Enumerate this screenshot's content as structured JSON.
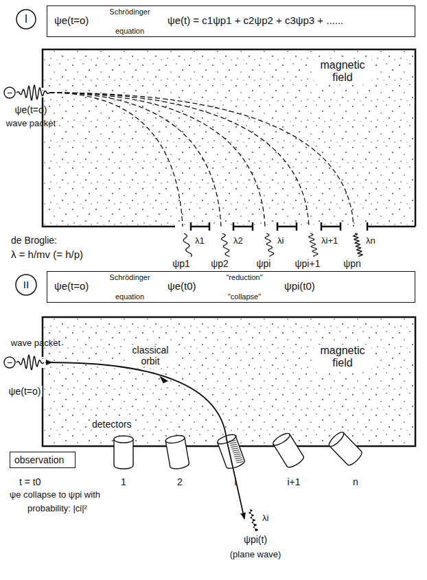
{
  "diagram": {
    "nodes": [
      {
        "text": [
          "ψe(t=o)",
          "Schrödinger",
          "equation",
          "ψe(t) = c1ψp1 + c2ψp2 + c3ψp3 + ......"
        ]
      },
      {
        "text": [
          "magnetic field"
        ]
      },
      {
        "text": [
          "ψe(t=o)",
          "Schrödinger",
          "equation",
          "ψe(t0)",
          "\"reduction\"",
          "\"collapse\"",
          "ψpi(t0)"
        ]
      },
      {
        "text": [
          "magnetic field",
          "classical orbit",
          "detectors"
        ]
      },
      {
        "text": [
          "observation"
        ]
      }
    ],
    "labels": [
      "I",
      "−",
      "ψe(t=o)",
      "wave packet",
      "de Broglie:",
      "λ = h/mv (= h/p)",
      "λ1",
      "λ2",
      "λi",
      "λi+1",
      "λn",
      "ψp1",
      "ψp2",
      "ψpi",
      "ψpi+1",
      "ψpn",
      "II",
      "wave packet",
      "−",
      "ψe(t=o)",
      "1",
      "2",
      "i",
      "i+1",
      "n",
      "t = t0",
      "ψe collapse to ψpi with",
      "probability: |ci|²",
      "λi",
      "ψpi(t)",
      "(plane wave)"
    ]
  }
}
